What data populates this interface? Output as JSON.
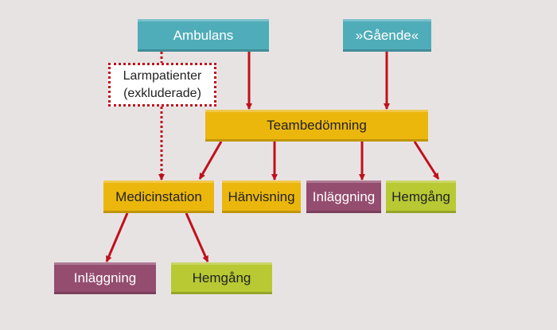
{
  "nodes": {
    "ambulans": "Ambulans",
    "gaende": "»Gående«",
    "larm_line1": "Larmpatienter",
    "larm_line2": "(exkluderade)",
    "teambedomning": "Teambedömning",
    "medicinstation": "Medicinstation",
    "hanvisning": "Hänvisning",
    "inlaggning_team": "Inläggning",
    "hemgang_team": "Hemgång",
    "inlaggning_med": "Inläggning",
    "hemgang_med": "Hemgång"
  },
  "colors": {
    "teal": "#4fadb9",
    "yellow": "#ebb70d",
    "purple": "#944d6f",
    "green": "#b8c933",
    "arrow": "#c0101c",
    "background": "#e8e3e3"
  }
}
